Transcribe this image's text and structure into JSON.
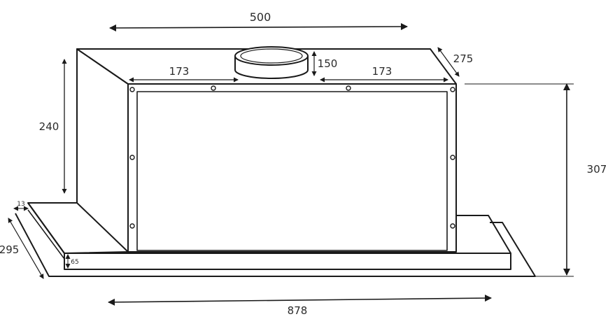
{
  "colors": {
    "line": "#1a1a1a",
    "text": "#2b2b2b",
    "background": "#ffffff"
  },
  "dimensions": {
    "top_width": "500",
    "left_offset": "173",
    "right_offset": "173",
    "outlet_height": "150",
    "depth_top": "275",
    "body_height": "240",
    "total_height": "307",
    "lip": "13",
    "base_depth": "295",
    "base_thickness": "65",
    "total_width": "878"
  }
}
